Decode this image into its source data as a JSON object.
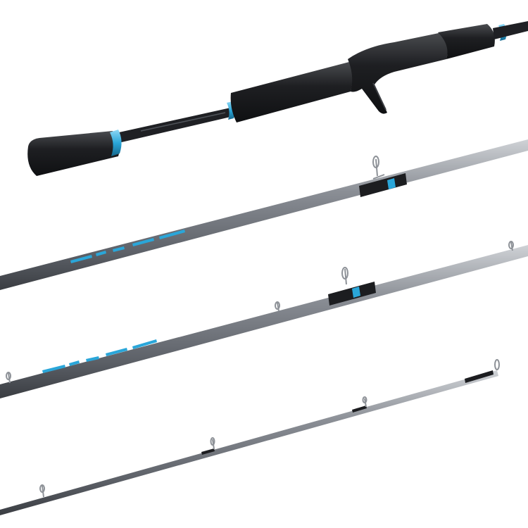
{
  "colors": {
    "background": "#ffffff",
    "blank_dark": "#3a3d42",
    "blank_mid": "#7d8189",
    "blank_light": "#c4c7cc",
    "grip_black": "#1b1c1e",
    "accent_blue": "#2aa6d9",
    "guide_metal": "#8e9298"
  },
  "parts": [
    {
      "name": "handle-section",
      "kind": "casting handle with split grip and trigger reel seat"
    },
    {
      "name": "butt-section",
      "kind": "blank section with guide and ferrule"
    },
    {
      "name": "mid-section",
      "kind": "blank section with guides and ferrule"
    },
    {
      "name": "tip-section",
      "kind": "tip section with tip-top guide"
    }
  ]
}
